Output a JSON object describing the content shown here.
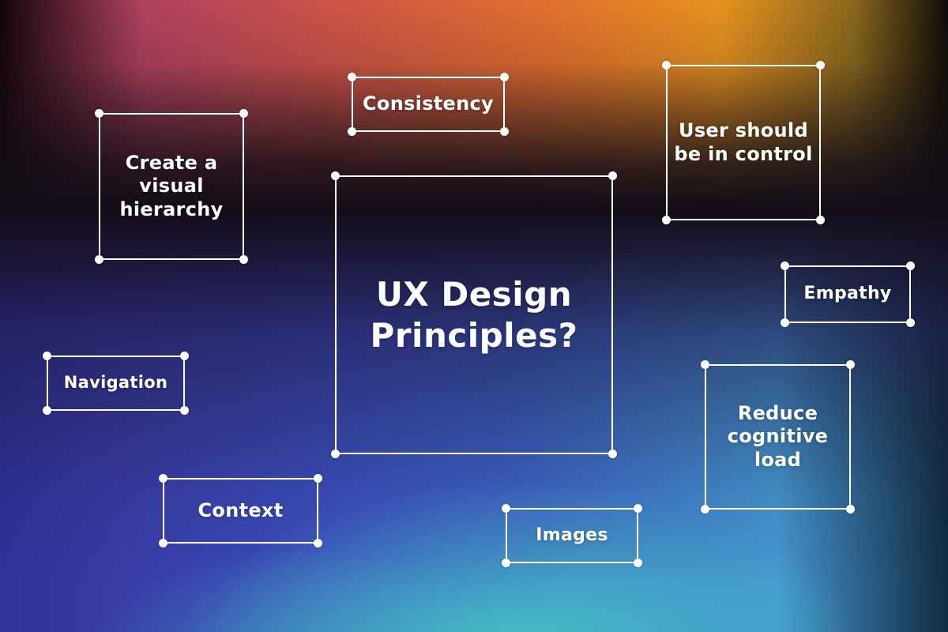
{
  "colors": {
    "text": "#ffffff",
    "node_border": "#ffffff",
    "resize_handle": "#ffffff",
    "bg_base": "#0b0a12",
    "bg_rose": "#b0415f",
    "bg_red": "#cf5348",
    "bg_orange": "#e4702e",
    "bg_gold": "#e8921f",
    "bg_indigo": "#383ca6",
    "bg_royal_blue": "#3e63c8",
    "bg_teal": "#46d2c4",
    "bg_sky": "#4596d2"
  },
  "nodes": {
    "center": {
      "label": "UX Design\nPrinciples?"
    },
    "hierarchy": {
      "label": "Create a\nvisual\nhierarchy"
    },
    "consistency": {
      "label": "Consistency"
    },
    "control": {
      "label": "User should\nbe in control"
    },
    "empathy": {
      "label": "Empathy"
    },
    "navigation": {
      "label": "Navigation"
    },
    "cognitive": {
      "label": "Reduce\ncognitive\nload"
    },
    "context": {
      "label": "Context"
    },
    "images": {
      "label": "Images"
    }
  }
}
